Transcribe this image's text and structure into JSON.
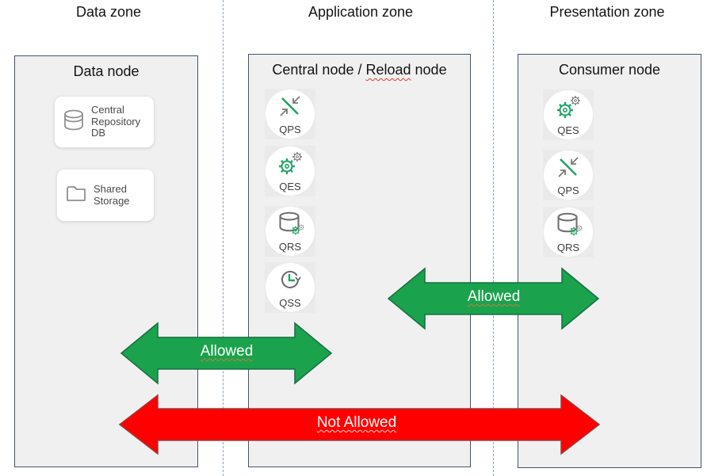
{
  "zones": [
    {
      "label": "Data zone"
    },
    {
      "label": "Application zone"
    },
    {
      "label": "Presentation zone"
    }
  ],
  "nodes": {
    "data_node": {
      "title": "Data node",
      "items": [
        {
          "label": "Central Repository DB",
          "icon": "database-icon"
        },
        {
          "label": "Shared Storage",
          "icon": "folder-icon"
        }
      ]
    },
    "central_node": {
      "title_prefix": "Central node / ",
      "title_marked": "Reload",
      "title_suffix": " node",
      "services": [
        {
          "abbr": "QPS",
          "icon": "proxy-service-icon"
        },
        {
          "abbr": "QES",
          "icon": "engine-service-icon"
        },
        {
          "abbr": "QRS",
          "icon": "repository-service-icon"
        },
        {
          "abbr": "QSS",
          "icon": "scheduler-service-icon"
        }
      ]
    },
    "consumer_node": {
      "title": "Consumer node",
      "services": [
        {
          "abbr": "QES",
          "icon": "engine-service-icon"
        },
        {
          "abbr": "QPS",
          "icon": "proxy-service-icon"
        },
        {
          "abbr": "QRS",
          "icon": "repository-service-icon"
        }
      ]
    }
  },
  "arrows": [
    {
      "label": "Allowed"
    },
    {
      "label": "Allowed"
    },
    {
      "label": "Not Allowed"
    }
  ],
  "colors": {
    "allowed_green": "#1aa34c",
    "allowed_green_border": "#156f41",
    "not_allowed_red": "#fe0000",
    "not_allowed_red_border": "#9e3a38",
    "box_fill": "#f0f0f1",
    "box_border": "#44546a",
    "zone_divider": "#8b9cba",
    "icon_green": "#21a366",
    "icon_grey": "#7b7b7b"
  }
}
